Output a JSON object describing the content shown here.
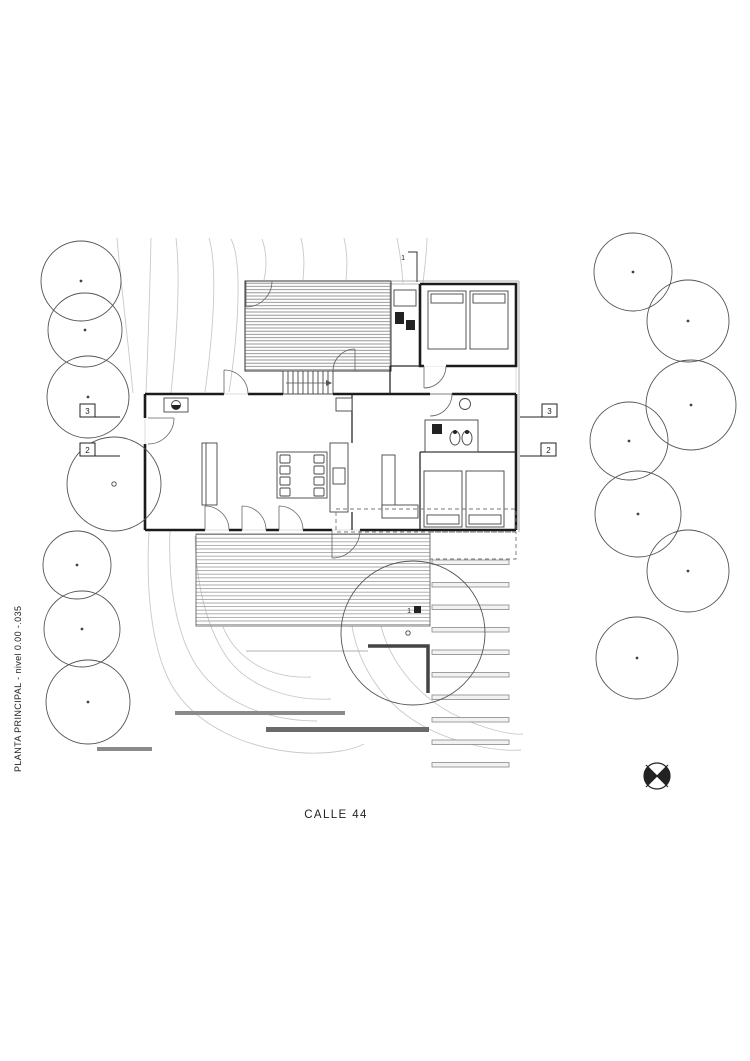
{
  "sheet": {
    "plan_title": "PLANTA PRINCIPAL - nivel 0.00 -.035",
    "street_label": "CALLE  44"
  },
  "section_markers": {
    "left_top": "3",
    "left_bottom": "2",
    "right_top": "3",
    "right_bottom": "2",
    "cut_top": "1",
    "cut_bottom": "1"
  },
  "colors": {
    "wall": "#1b1b1b",
    "hatch": "#9b9b9b",
    "contour": "#c9c9c9",
    "tree_outline": "#555555",
    "retaining_wall": "#6a6a6a"
  },
  "icons": {
    "north_arrow": "north-arrow-icon"
  }
}
